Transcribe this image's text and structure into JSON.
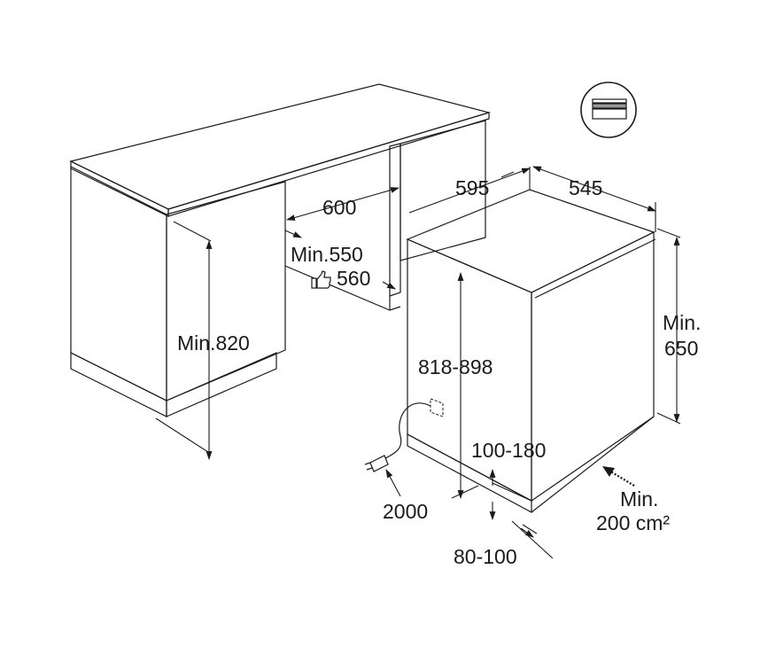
{
  "labels": {
    "width_595": "595",
    "depth_545": "545",
    "niche_width_600": "600",
    "niche_depth_min": "Min.550",
    "niche_depth_recommended": "560",
    "niche_height_min": "Min.820",
    "appliance_height": "818-898",
    "plinth_height": "100-180",
    "plinth_depth": "80-100",
    "cable_length": "2000",
    "clearance_min_label": "Min.",
    "clearance_min_value": "650",
    "vent_min_label": "Min.",
    "vent_area": "200 cm²"
  },
  "icons": {
    "recommended": "thumbs-up-icon",
    "installation_type": "built-under-icon"
  },
  "colors": {
    "countertop": "#b3b3b3",
    "cabinet_side": "#ebebeb",
    "appliance_face": "#ffffff",
    "line": "#1a1a1a"
  }
}
